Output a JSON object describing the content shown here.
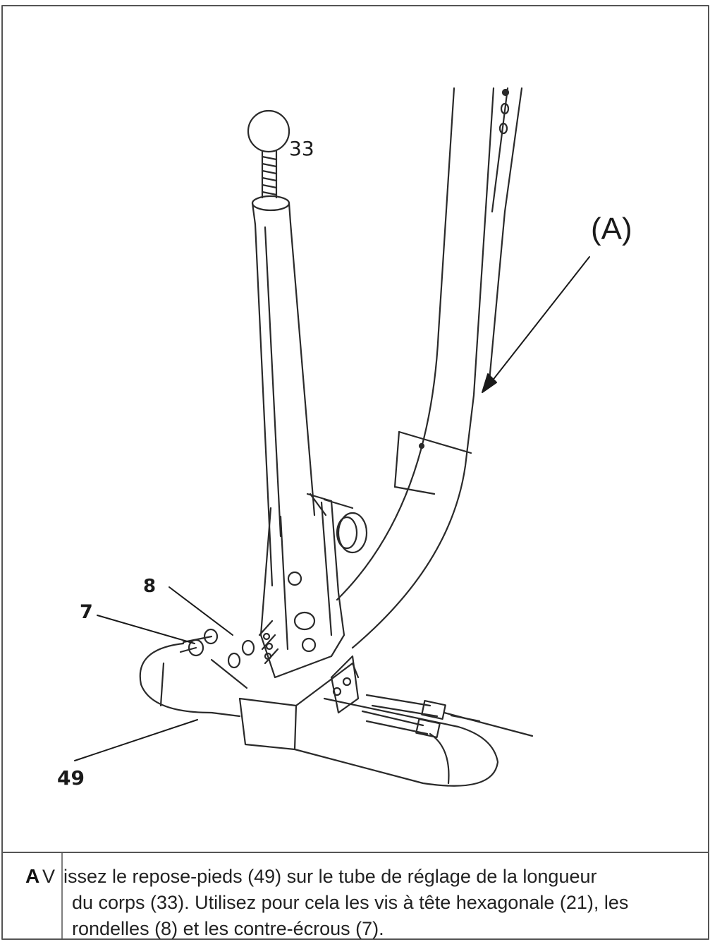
{
  "callouts": {
    "part_33": "33",
    "part_A": "(A)",
    "part_8": "8",
    "part_7": "7",
    "part_49": "49"
  },
  "caption": {
    "step_letter": "A",
    "line1_lead": "V",
    "line1_rest": "issez le repose-pieds (49) sur le tube de réglage de la longueur",
    "line2": "du corps (33). Utilisez pour cela les vis à tête hexagonale (21), les",
    "line3": "rondelles (8) et les contre-écrous (7)."
  }
}
